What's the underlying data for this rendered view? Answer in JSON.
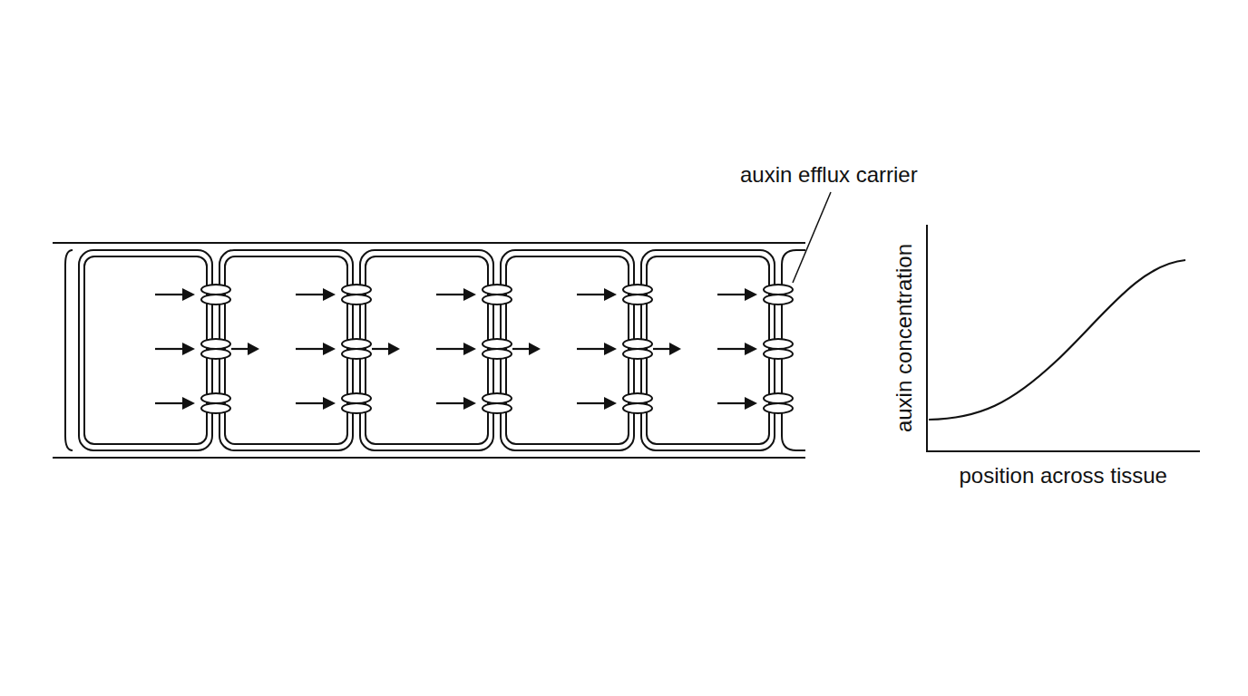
{
  "diagram": {
    "labels": [
      "auxin efflux carrier",
      "auxin concentration",
      "position across tissue"
    ]
  }
}
